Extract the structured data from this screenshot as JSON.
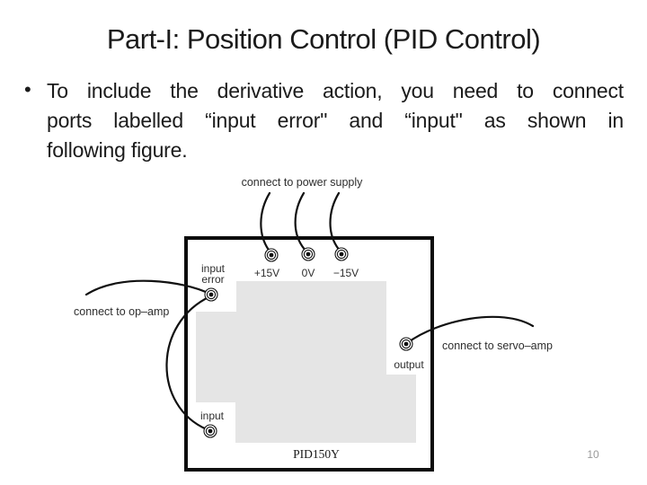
{
  "slide": {
    "title": "Part-I: Position Control (PID Control)",
    "bullet_char": "•",
    "body_lines": [
      "To include the derivative action, you need to connect",
      "ports labelled “input error\" and “input\" as shown in",
      "following figure."
    ],
    "page_number": "10"
  },
  "figure": {
    "annotations": {
      "power_supply": "connect to power supply",
      "op_amp": "connect to op–amp",
      "servo_amp": "connect to servo–amp"
    },
    "port_labels": {
      "plus15": "+15V",
      "zero": "0V",
      "minus15": "−15V",
      "input_error_line1": "input",
      "input_error_line2": "error",
      "input": "input",
      "output": "output"
    },
    "device_model": "PID150Y",
    "colors": {
      "wire": "#111111",
      "pcb_gray": "#e5e5e5",
      "label_text": "#2e2e2e",
      "page_number": "#999999"
    }
  }
}
